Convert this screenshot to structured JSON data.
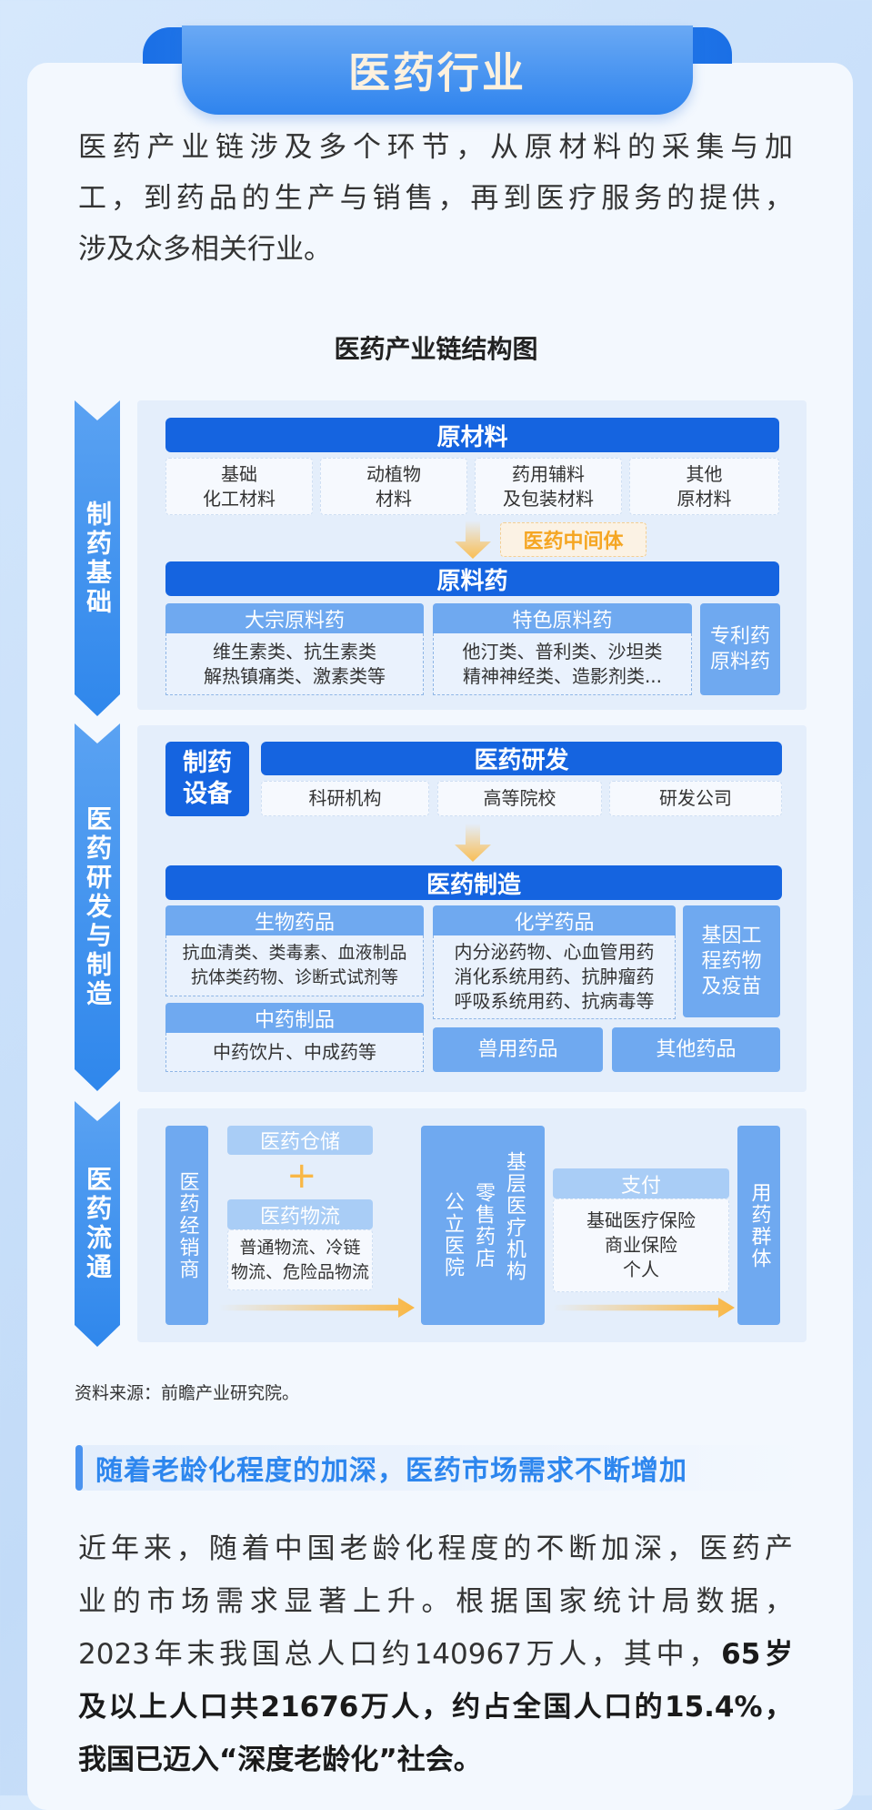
{
  "title": "医药行业",
  "intro": [
    "医药产业链涉及多个环节，从原材料的采集与加",
    "工，到药品的生产与销售，再到医疗服务的提供，",
    "涉及众多相关行业。"
  ],
  "diagram": {
    "title": "医药产业链结构图",
    "stages": [
      "制药基础",
      "医药研发与制造",
      "医药流通"
    ],
    "s1": {
      "header": "原材料",
      "materials": [
        "基础\n化工材料",
        "动植物\n材料",
        "药用辅料\n及包装材料",
        "其他\n原材料"
      ],
      "intermediate": "医药中间体",
      "api": "原料药",
      "bulk": {
        "title": "大宗原料药",
        "desc": "维生素类、抗生素类\n解热镇痛类、激素类等"
      },
      "special": {
        "title": "特色原料药",
        "desc": "他汀类、普利类、沙坦类\n精神神经类、造影剂类..."
      },
      "patent": "专利药\n原料药"
    },
    "s2": {
      "equipment": "制药\n设备",
      "rd": "医药研发",
      "rd_items": [
        "科研机构",
        "高等院校",
        "研发公司"
      ],
      "mfg": "医药制造",
      "bio": {
        "title": "生物药品",
        "desc": "抗血清类、类毒素、血液制品\n抗体类药物、诊断式试剂等"
      },
      "tcm": {
        "title": "中药制品",
        "desc": "中药饮片、中成药等"
      },
      "chem": {
        "title": "化学药品",
        "desc": "内分泌药物、心血管用药\n消化系统用药、抗肿瘤药\n呼吸系统用药、抗病毒等"
      },
      "gene": "基因工\n程药物\n及疫苗",
      "vet": "兽用药品",
      "other": "其他药品"
    },
    "s3": {
      "distributor": "医药经销商",
      "storage": "医药仓储",
      "plus": "+",
      "logistics": {
        "title": "医药物流",
        "desc": "普通物流、冷链\n物流、危险品物流"
      },
      "terminals": [
        "公立医院",
        "零售药店",
        "基层医疗机构"
      ],
      "payment": {
        "title": "支付",
        "desc": "基础医疗保险\n商业保险\n个人"
      },
      "users": "用药群体"
    }
  },
  "source": "资料来源：前瞻产业研究院。",
  "section2": {
    "heading": "随着老龄化程度的加深，医药市场需求不断增加",
    "l1": "近年来，随着中国老龄化程度的不断加深，医药产",
    "l2": "业的市场需求显著上升。根据国家统计局数据，",
    "l3a": "2023年末我国总人口约140967万人，其中，",
    "l3b": "65岁",
    "l4": "及以上人口共21676万人，约占全国人口的15.4%，",
    "l5": "我国已迈入“深度老龄化”社会。"
  },
  "colors": {
    "primary": "#1564e0",
    "light": "#6fa9f0",
    "accent": "#f9be55"
  }
}
